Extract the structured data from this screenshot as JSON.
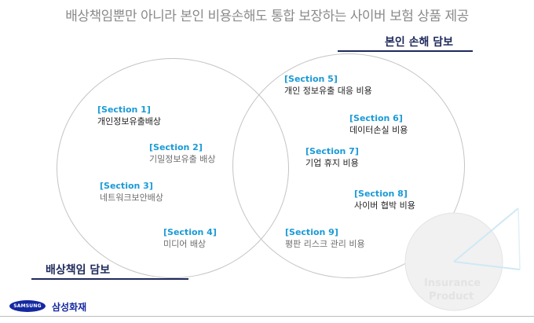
{
  "title": "배상책임뿐만 아니라 본인 비용손해도 통합 보장하는 사이버 보험 상품 제공",
  "right_circle": {
    "label": "본인 손해 담보",
    "sections": [
      {
        "tag": "[Section 5]",
        "name": "개인 정보유출 대응 비용"
      },
      {
        "tag": "[Section 6]",
        "name": "데이터손실 비용"
      },
      {
        "tag": "[Section 7]",
        "name": "기업 휴지 비용"
      },
      {
        "tag": "[Section 8]",
        "name": "사이버 협박 비용"
      },
      {
        "tag": "[Section 9]",
        "name": "평판 리스크 관리 비용"
      }
    ]
  },
  "left_circle": {
    "label": "배상책임 담보",
    "sections": [
      {
        "tag": "[Section 1]",
        "name": "개인정보유출배상"
      },
      {
        "tag": "[Section 2]",
        "name": "기밀정보유출 배상"
      },
      {
        "tag": "[Section 3]",
        "name": "네트워크보안배상"
      },
      {
        "tag": "[Section 4]",
        "name": "미디어 배상"
      }
    ]
  },
  "watermark": {
    "line1": "Insurance",
    "line2": "Product"
  },
  "footer": {
    "logo_text": "SAMSUNG",
    "company": "삼성화재"
  },
  "colors": {
    "accent": "#1a9ad6",
    "label": "#1f2a5c",
    "brand": "#1428a0"
  }
}
